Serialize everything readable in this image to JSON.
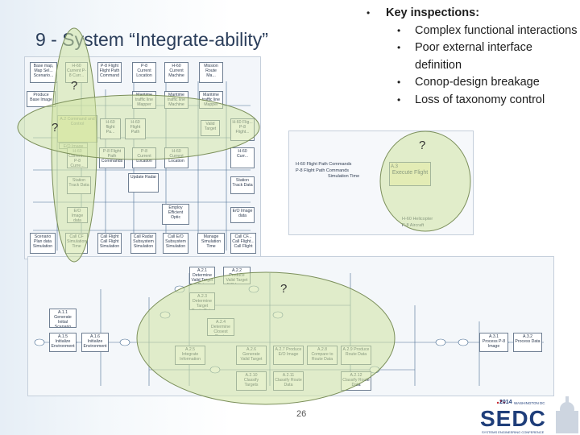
{
  "slide": {
    "title": "9 - System “Integrate-ability”",
    "page_number": "26",
    "bullets": {
      "heading": "Key inspections:",
      "items": [
        "Complex functional interactions",
        "Poor external interface definition",
        "Conop-design breakage",
        "Loss of taxonomy control"
      ]
    },
    "question_mark": "?",
    "logo": {
      "year": "2014",
      "city": "WASHINGTON DC",
      "name": "SEDC",
      "tagline": "SYSTEMS ENGINEERING CONFERENCE"
    }
  },
  "diagram_top_left": {
    "boxes": [
      "Base map, Map Sel... Scenario...",
      "H-60 Current P-8 Curr...",
      "P-8 Flight Flight Path Command",
      "P-8 Current Location",
      "H-60 Current Machine",
      "Mission Route Ma...",
      "Produce Base Image",
      "Maritime traffic line Mapper",
      "Maritime traffic line Machine",
      "Maritime traffic line Mapper",
      "A.2 Command and Control",
      "H-60 flight Pa...",
      "H-60 Flight Path",
      "Valid Target",
      "H-60 Flig... P-8 Flight...",
      "E/O Image D...",
      "H-60 Current... P-8 Curre...",
      "P-8 Flight Path Commands",
      "P-8 Current Location",
      "H-60 Current Location",
      "H-60 Curr...",
      "Station Track Data",
      "Update Radar",
      "Station Track Data",
      "Employ Efficient Optic",
      "E/O Image data",
      "E/O Image data",
      "Scenario Plan data Simulation",
      "Call CF Simulation Time",
      "Call Flight Call Flight Simulation",
      "Call Radar Subsystem Simulation",
      "Call E/O Subsystem Simulation",
      "Manage Simulation Time",
      "Call CF... Call Flight... Call Flight"
    ]
  },
  "diagram_top_right": {
    "labels": [
      "H-60 Flight Path Commands",
      "P-8 Flight Path Commands",
      "Simulation Time"
    ],
    "block_id": "A.3",
    "block_label": "Execute Flight",
    "outputs": [
      "H-60 Helicopter",
      "P-8 Aircraft"
    ]
  },
  "diagram_bottom": {
    "boxes": [
      "A.2.1 Determine Valid Target Data",
      "A.2.2 Produce Valid Target E/O Image",
      "A.2.3 Determine Target Route Data",
      "A.2.4 Determine Closest Route",
      "A.2.5 Integrate Information",
      "A.2.6 Generate Valid Target",
      "A.2.7 Produce E/O Image",
      "A.2.8 Compare to Route Data",
      "A.2.9 Produce Route Data",
      "A.2.10 Classify Targets",
      "A.2.11 Classify Route Data",
      "A.2.12 Classify Route Data"
    ],
    "left_boxes": [
      "A.1.1 Generate Initial Scenario",
      "A.1.5 Initialize Environment",
      "A.1.6 Initialize Environment"
    ],
    "right_boxes": [
      "A.3.1 Process P-8 Image",
      "A.3.2 Process Data"
    ]
  },
  "colors": {
    "title": "#2a3d5a",
    "ellipse_fill": "#cfe4a2",
    "ellipse_stroke": "#7b8f5a",
    "arrow": "#4a6e93",
    "box_border": "#6f7f93",
    "logo_blue": "#1f3e7a",
    "logo_red": "#c4262e"
  }
}
